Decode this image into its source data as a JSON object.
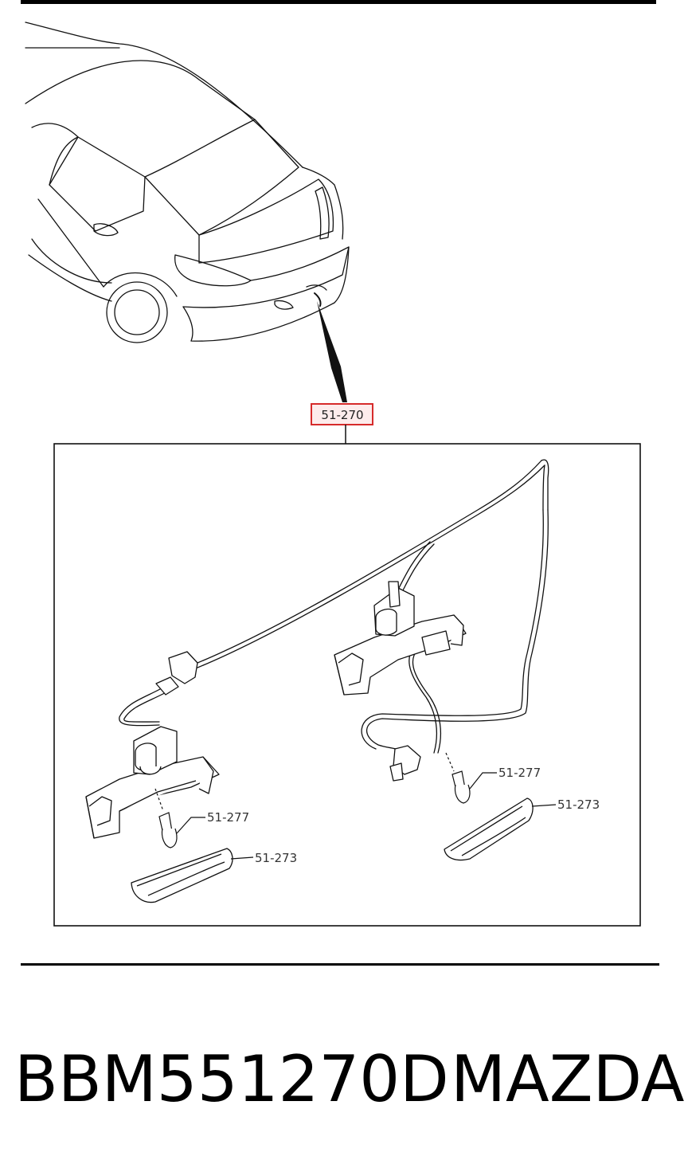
{
  "diagram": {
    "callout_main": "51-270",
    "labels": {
      "bulb_left": "51-277",
      "bulb_right": "51-277",
      "lens_left": "51-273",
      "lens_right": "51-273"
    },
    "colors": {
      "callout_border": "#d62b2b",
      "callout_fill": "#fdecec",
      "line": "#111111"
    }
  },
  "caption": {
    "part_number": "BBM551270D",
    "brand": "MAZDA"
  }
}
